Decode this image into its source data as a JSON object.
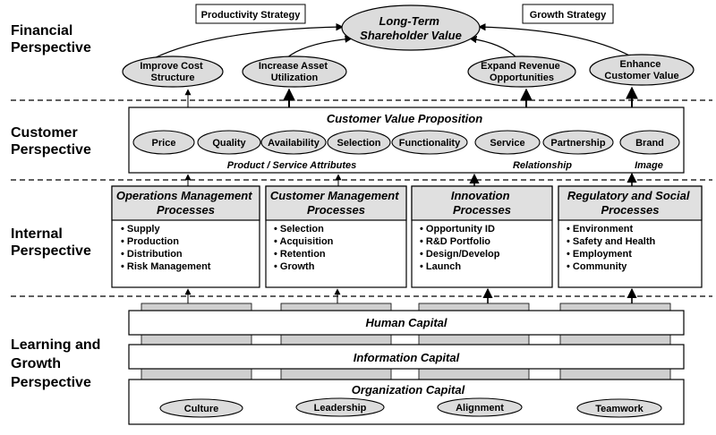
{
  "perspectives": {
    "financial": [
      "Financial",
      "Perspective"
    ],
    "customer": [
      "Customer",
      "Perspective"
    ],
    "internal": [
      "Internal",
      "Perspective"
    ],
    "learning": [
      "Learning and",
      "Growth",
      "Perspective"
    ]
  },
  "financial": {
    "productivity_strategy": "Productivity Strategy",
    "growth_strategy": "Growth Strategy",
    "goal": [
      "Long-Term",
      "Shareholder Value"
    ],
    "objectives": [
      [
        "Improve Cost",
        "Structure"
      ],
      [
        "Increase Asset",
        "Utilization"
      ],
      [
        "Expand Revenue",
        "Opportunities"
      ],
      [
        "Enhance",
        "Customer Value"
      ]
    ]
  },
  "customer": {
    "title": "Customer Value Proposition",
    "attributes": [
      "Price",
      "Quality",
      "Availability",
      "Selection",
      "Functionality",
      "Service",
      "Partnership",
      "Brand"
    ],
    "groups": [
      "Product / Service Attributes",
      "Relationship",
      "Image"
    ]
  },
  "internal": {
    "processes": [
      {
        "title": [
          "Operations Management",
          "Processes"
        ],
        "items": [
          "Supply",
          "Production",
          "Distribution",
          "Risk Management"
        ]
      },
      {
        "title": [
          "Customer Management",
          "Processes"
        ],
        "items": [
          "Selection",
          "Acquisition",
          "Retention",
          "Growth"
        ]
      },
      {
        "title": [
          "Innovation",
          "Processes"
        ],
        "items": [
          "Opportunity ID",
          "R&D Portfolio",
          "Design/Develop",
          "Launch"
        ]
      },
      {
        "title": [
          "Regulatory and Social",
          "Processes"
        ],
        "items": [
          "Environment",
          "Safety and Health",
          "Employment",
          "Community"
        ]
      }
    ]
  },
  "learning": {
    "capitals": [
      "Human Capital",
      "Information Capital",
      "Organization Capital"
    ],
    "organization_items": [
      "Culture",
      "Leadership",
      "Alignment",
      "Teamwork"
    ]
  }
}
